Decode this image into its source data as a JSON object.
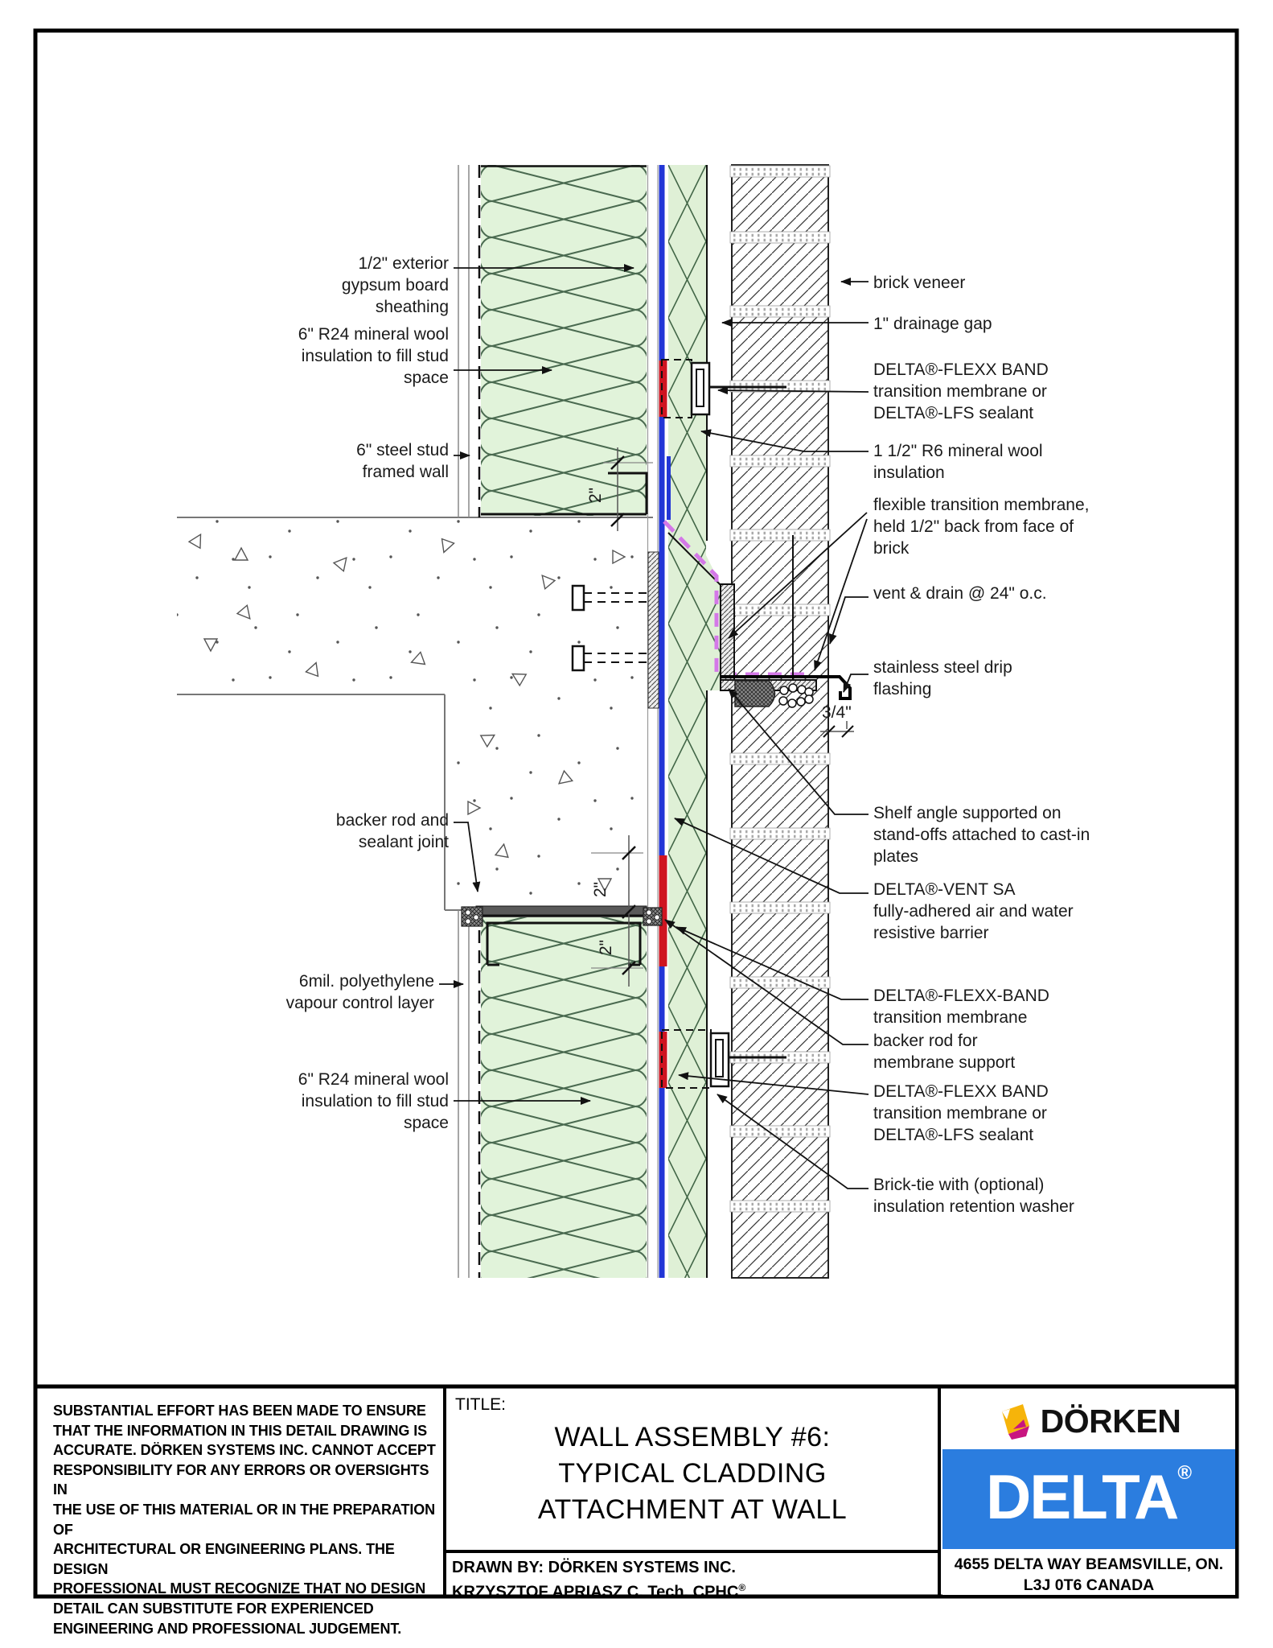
{
  "drawing": {
    "labels_left": {
      "gypsum": "1/2\" exterior\ngypsum board\nsheathing",
      "mineral_wool_upper": "6\"  R24 mineral wool\ninsulation to fill stud\nspace",
      "steel_stud": "6\" steel stud\nframed wall",
      "backer_rod_joint": "backer rod and\nsealant joint",
      "poly_vapour": "6mil. polyethylene\nvapour control layer",
      "mineral_wool_lower": "6\" R24 mineral wool\ninsulation to fill stud\nspace"
    },
    "labels_right": {
      "brick_veneer": "brick veneer",
      "drainage_gap": "1\" drainage gap",
      "flexx_band_upper": "DELTA®-FLEXX BAND\ntransition membrane or\nDELTA®-LFS sealant",
      "r6_wool": "1 1/2\" R6 mineral wool\ninsulation",
      "flexible_membrane": "flexible transition membrane,\nheld 1/2\" back from face of\nbrick",
      "vent_drain": "vent & drain @ 24\" o.c.",
      "drip_flashing": "stainless steel drip\nflashing",
      "shelf_angle": "Shelf angle supported on\nstand-offs attached to cast-in\nplates",
      "vent_sa": "DELTA®-VENT SA\nfully-adhered air and water\nresistive barrier",
      "flexx_band_mid": "DELTA®-FLEXX-BAND\ntransition membrane",
      "backer_rod_support": "backer rod for\nmembrane support",
      "flexx_band_lower": "DELTA®-FLEXX BAND\ntransition membrane or\nDELTA®-LFS sealant",
      "brick_tie": "Brick-tie with (optional)\ninsulation retention washer"
    },
    "dimensions": {
      "upper_2": "2\"",
      "mid_2": "2\"",
      "lower_2": "2\"",
      "flashing_34": "3/4\""
    }
  },
  "title_block": {
    "disclaimer": "SUBSTANTIAL EFFORT HAS BEEN MADE TO ENSURE\nTHAT THE INFORMATION IN THIS DETAIL DRAWING IS\nACCURATE. DÖRKEN SYSTEMS INC. CANNOT ACCEPT\nRESPONSIBILITY FOR ANY ERRORS OR OVERSIGHTS IN\nTHE USE OF THIS MATERIAL OR IN THE PREPARATION OF\nARCHITECTURAL OR ENGINEERING PLANS. THE DESIGN\nPROFESSIONAL MUST RECOGNIZE THAT NO DESIGN\nDETAIL CAN SUBSTITUTE FOR EXPERIENCED\nENGINEERING AND PROFESSIONAL JUDGEMENT.",
    "title_label": "TITLE:",
    "title": "WALL ASSEMBLY #6:\nTYPICAL CLADDING\nATTACHMENT AT WALL",
    "drawn_by_line1": "DRAWN BY: DÖRKEN SYSTEMS INC.",
    "drawn_by_line2": "KRZYSZTOF APRIASZ C. Tech. CPHC",
    "drawn_by_reg": "®",
    "logo": {
      "brand": "DÖRKEN",
      "product": "DELTA",
      "reg": "®",
      "address": "4655 DELTA WAY BEAMSVILLE, ON.\nL3J 0T6 CANADA"
    },
    "colors": {
      "delta_blue": "#2b7ddf",
      "dorken_yellow": "#f6b40a",
      "dorken_magenta": "#c81580",
      "membrane_blue": "#2236d6",
      "membrane_red": "#cf1420",
      "membrane_magenta": "#d478e8"
    }
  }
}
